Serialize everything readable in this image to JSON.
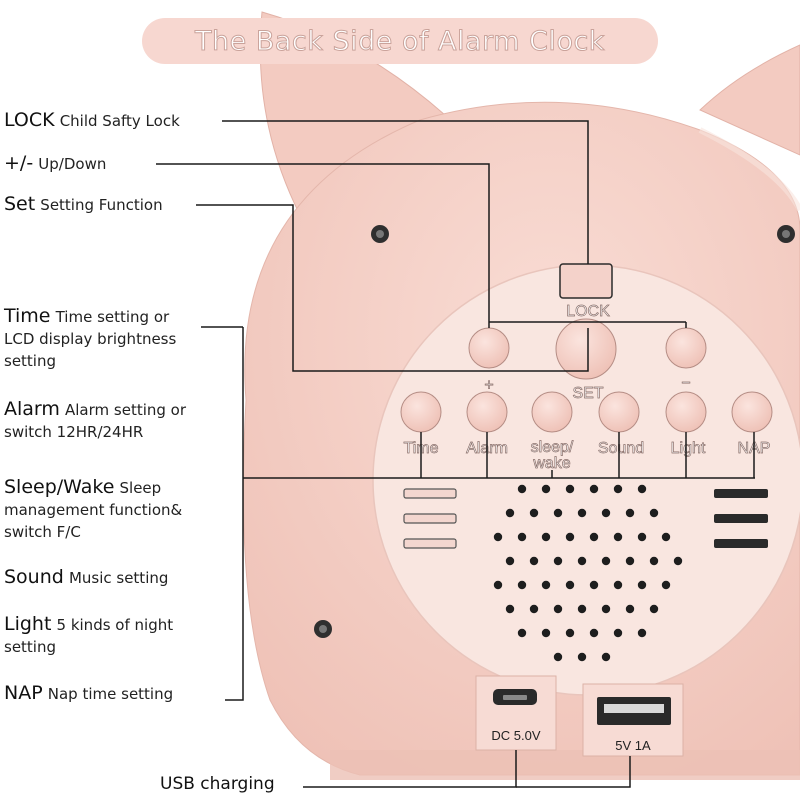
{
  "title": "The Back Side of Alarm Clock",
  "callouts": [
    {
      "key": "LOCK",
      "desc": "Child Safty Lock"
    },
    {
      "key": "+/-",
      "desc": "Up/Down"
    },
    {
      "key": "Set",
      "desc": "Setting Function"
    },
    {
      "key": "Time",
      "desc_lines": [
        "Time setting or",
        "LCD display brightness",
        "setting"
      ]
    },
    {
      "key": "Alarm",
      "desc_lines": [
        "Alarm setting or",
        "switch 12HR/24HR"
      ]
    },
    {
      "key": "Sleep/Wake",
      "desc_lines": [
        "Sleep",
        "management function&",
        "switch F/C"
      ]
    },
    {
      "key": "Sound",
      "desc": "Music setting"
    },
    {
      "key": "Light",
      "desc_lines": [
        "5 kinds of night",
        "setting"
      ]
    },
    {
      "key": "NAP",
      "desc": "Nap time setting"
    }
  ],
  "device_labels": {
    "lock": "LOCK",
    "plus": "+",
    "set": "SET",
    "minus": "−",
    "time": "Time",
    "alarm": "Alarm",
    "sleep_line1": "sleep/",
    "sleep_line2": "wake",
    "sound": "Sound",
    "light": "Light",
    "nap": "NAP",
    "dc_port": "DC 5.0V",
    "usb_port": "5V 1A"
  },
  "usb_charging": "USB charging",
  "colors": {
    "body": "#f3cfc6",
    "panel": "#f8e6e0",
    "title_pill": "#f7d7d0"
  }
}
